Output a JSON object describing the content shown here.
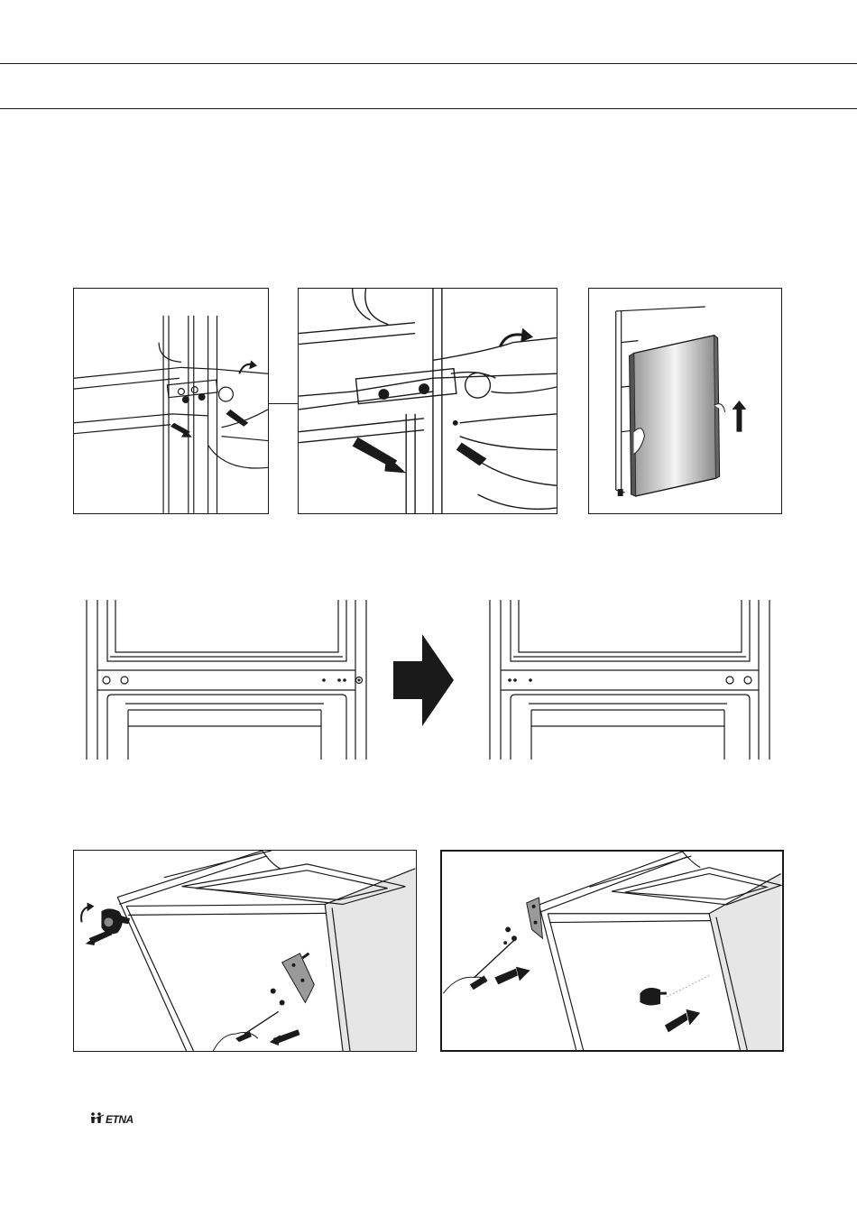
{
  "brand": {
    "logo_text": "ETNA",
    "logo_mark": "people-icon"
  },
  "figures": [
    {
      "id": "hinge-unscrew-overview",
      "icon": "screwdriver-icon"
    },
    {
      "id": "hinge-unscrew-detail",
      "icon": "screwdriver-icon"
    },
    {
      "id": "door-lift-off",
      "icon": "arrow-up-icon"
    },
    {
      "id": "hinge-holes-before",
      "icon": "hinge-holes-icon"
    },
    {
      "id": "transfer-arrow",
      "icon": "arrow-right-icon"
    },
    {
      "id": "hinge-holes-after",
      "icon": "hinge-holes-icon"
    },
    {
      "id": "top-hinge-removal",
      "icon": "screwdriver-icon"
    },
    {
      "id": "top-hinge-install",
      "icon": "screwdriver-icon"
    }
  ],
  "colors": {
    "line": "#1a1a1a",
    "door_panel": "#cfcfcf",
    "side_panel": "#e6e6e6",
    "arrow": "#1a1a1a"
  }
}
